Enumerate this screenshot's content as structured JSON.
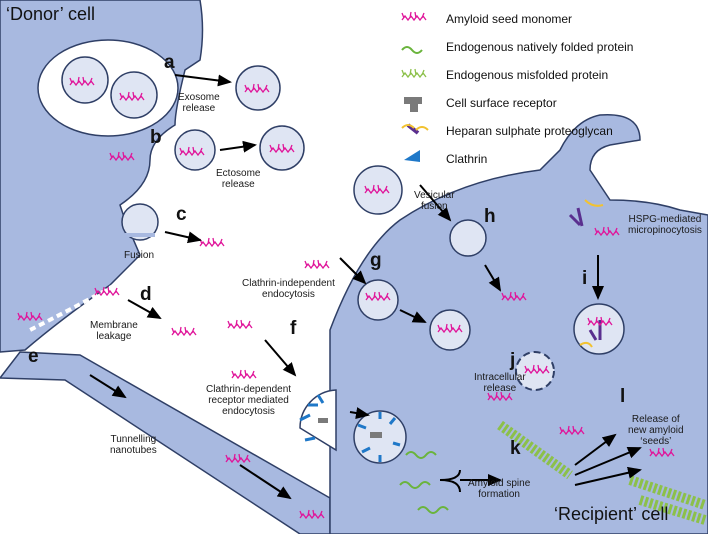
{
  "titles": {
    "donor": "‘Donor’ cell",
    "recipient": "‘Recipient’ cell"
  },
  "legend": [
    {
      "icon": "amyloid-seed-monomer-icon",
      "label": "Amyloid seed monomer"
    },
    {
      "icon": "natively-folded-protein-icon",
      "label": "Endogenous natively folded protein"
    },
    {
      "icon": "misfolded-protein-icon",
      "label": "Endogenous misfolded protein"
    },
    {
      "icon": "cell-surface-receptor-icon",
      "label": "Cell surface receptor"
    },
    {
      "icon": "heparan-sulphate-proteoglycan-icon",
      "label": "Heparan sulphate proteoglycan"
    },
    {
      "icon": "clathrin-icon",
      "label": "Clathrin"
    }
  ],
  "letters": {
    "a": "a",
    "b": "b",
    "c": "c",
    "d": "d",
    "e": "e",
    "f": "f",
    "g": "g",
    "h": "h",
    "i": "i",
    "j": "j",
    "k": "k",
    "l": "l"
  },
  "labels": {
    "exosome": "Exosome\nrelease",
    "ectosome": "Ectosome\nrelease",
    "fusion": "Fusion",
    "membrane": "Membrane\nleakage",
    "tunnelling": "Tunnelling\nnanotubes",
    "clathrin_dep": "Clathrin-dependent\nreceptor mediated\nendocytosis",
    "clathrin_indep": "Clathrin-independent\nendocytosis",
    "vesicular": "Vesicular\nfusion",
    "hspg": "HSPG-mediated\nmicropinocytosis",
    "intracellular": "Intracellular\nrelease",
    "spine": "Amyloid spine\nformation",
    "seeds": "Release of\nnew amyloid\n‘seeds’"
  },
  "colors": {
    "cell_fill": "#a8b9e0",
    "cell_stroke": "#2f3f66",
    "vesicle_fill": "#dfe5f3",
    "amyloid": "#e0159a",
    "native": "#6ab43c",
    "misfolded": "#8cc04a",
    "receptor": "#7a7a7a",
    "hspg_core": "#5a2f8f",
    "hspg_chain": "#f2c230",
    "clathrin": "#1f78c8"
  }
}
